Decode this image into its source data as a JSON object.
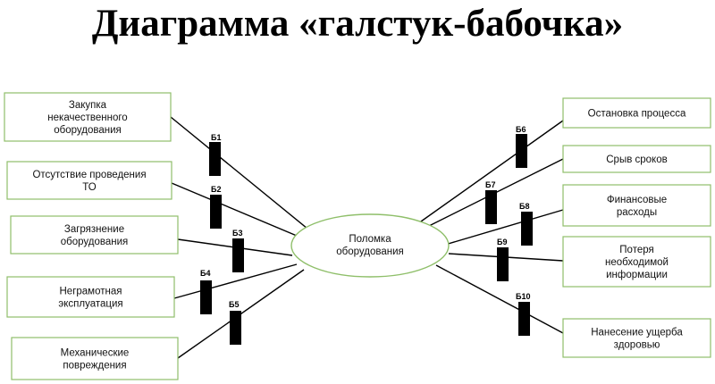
{
  "title": "Диаграмма «галстук-бабочка»",
  "center_event": [
    "Поломка",
    "оборудования"
  ],
  "causes": [
    {
      "lines": [
        "Закупка",
        "некачественного",
        "оборудования"
      ]
    },
    {
      "lines": [
        "Отсутствие проведения",
        "ТО"
      ]
    },
    {
      "lines": [
        "Загрязнение",
        "оборудования"
      ]
    },
    {
      "lines": [
        "Неграмотная",
        "эксплуатация"
      ]
    },
    {
      "lines": [
        "Механические",
        "повреждения"
      ]
    }
  ],
  "consequences": [
    {
      "lines": [
        "Остановка процесса"
      ]
    },
    {
      "lines": [
        "Срыв сроков"
      ]
    },
    {
      "lines": [
        "Финансовые",
        "расходы"
      ]
    },
    {
      "lines": [
        "Потеря",
        "необходимой",
        "информации"
      ]
    },
    {
      "lines": [
        "Нанесение ущерба",
        "здоровью"
      ]
    }
  ],
  "barriers": [
    "Б1",
    "Б2",
    "Б3",
    "Б4",
    "Б5",
    "Б6",
    "Б7",
    "Б8",
    "Б9",
    "Б10"
  ],
  "colors": {
    "box_border": "#8fbf6a",
    "line": "#000000",
    "barrier": "#000000"
  }
}
